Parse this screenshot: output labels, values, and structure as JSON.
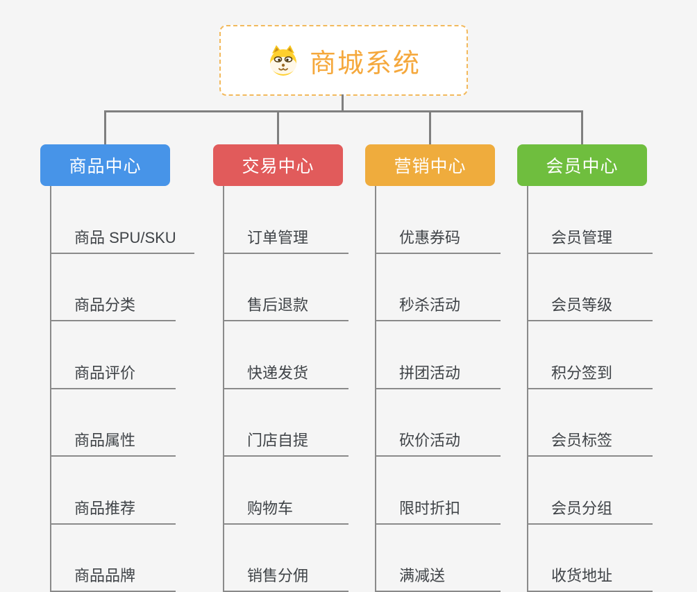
{
  "root": {
    "title": "商城系统",
    "icon": "dog-face-icon"
  },
  "colors": {
    "root_text": "#f5a83c",
    "root_border": "#f2b95c",
    "connector": "#7f7f7f",
    "item_line": "#8a8a8a",
    "branch_product": "#4794e8",
    "branch_trade": "#e15b5b",
    "branch_marketing": "#efac3d",
    "branch_member": "#6fbe3e"
  },
  "branches": [
    {
      "label": "商品中心",
      "color": "#4794e8",
      "items": [
        "商品 SPU/SKU",
        "商品分类",
        "商品评价",
        "商品属性",
        "商品推荐",
        "商品品牌"
      ]
    },
    {
      "label": "交易中心",
      "color": "#e15b5b",
      "items": [
        "订单管理",
        "售后退款",
        "快递发货",
        "门店自提",
        "购物车",
        "销售分佣"
      ]
    },
    {
      "label": "营销中心",
      "color": "#efac3d",
      "items": [
        "优惠券码",
        "秒杀活动",
        "拼团活动",
        "砍价活动",
        "限时折扣",
        "满减送"
      ]
    },
    {
      "label": "会员中心",
      "color": "#6fbe3e",
      "items": [
        "会员管理",
        "会员等级",
        "积分签到",
        "会员标签",
        "会员分组",
        "收货地址"
      ]
    }
  ]
}
